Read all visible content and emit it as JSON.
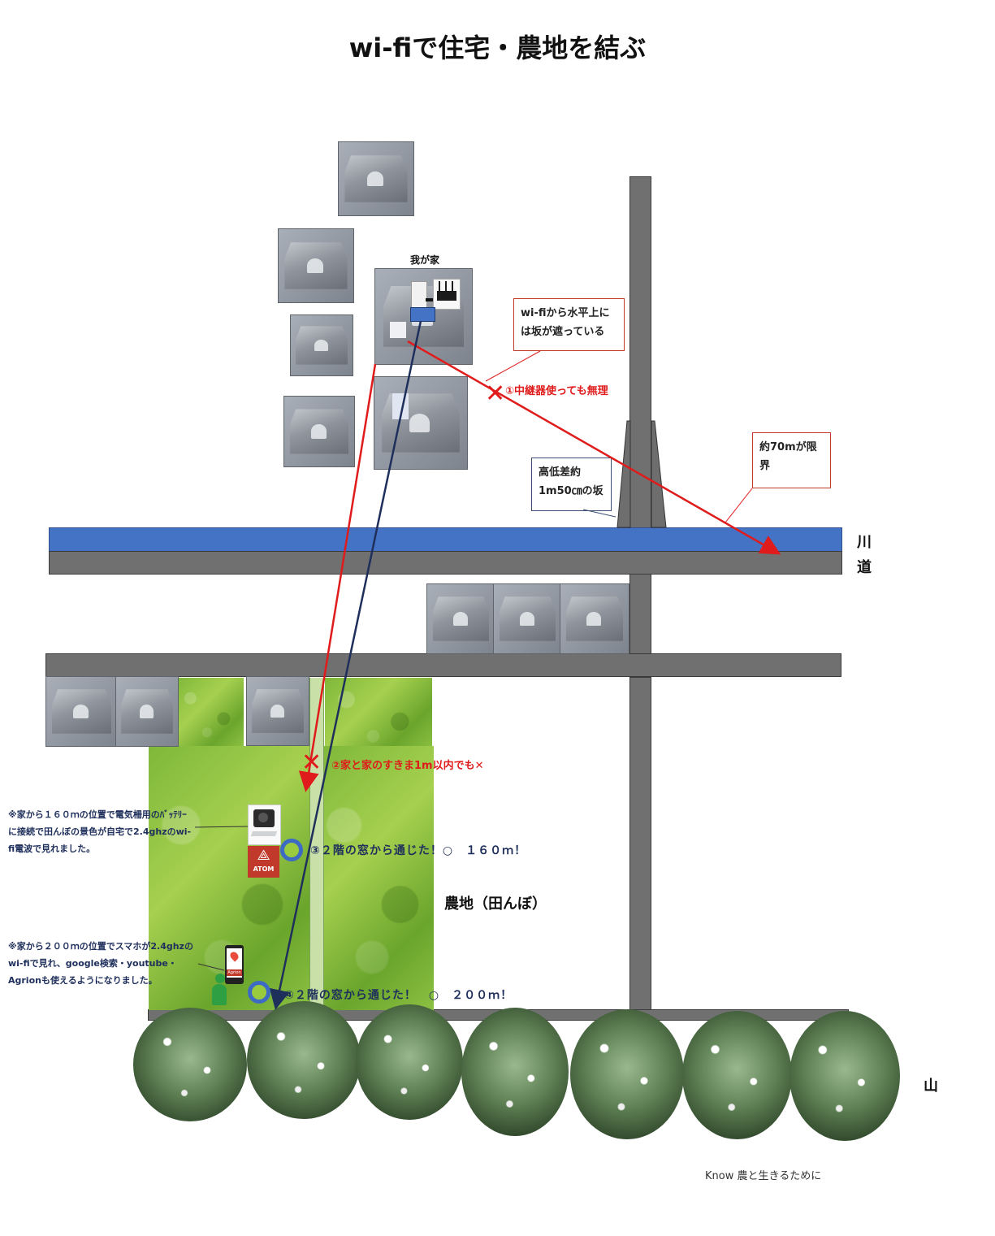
{
  "title": "wi-fiで住宅・農地を結ぶ",
  "my_house_label": "我が家",
  "callouts": {
    "slope_blocks": "wi-fiから水平上には坂が遮っている",
    "limit": "約70mが限界",
    "height_diff": "高低差約1m50㎝の坂"
  },
  "routes": {
    "route1": "①中継器使っても無理",
    "route2": "②家と家のすきま1m以内でも✕",
    "route3": "③２階の窓から通じた！○　１６０ｍ！",
    "route4": "④２階の窓から通じた！　○　２００ｍ！"
  },
  "notes": {
    "note1": "※家から１６０ｍの位置で電気柵用のﾊﾞｯﾃﾘｰに接続で田んぼの景色が自宅で2.4ghzのwi-fi電波で見れました。",
    "note2": "※家から２００ｍの位置でスマホが2.4ghzのwi-fiで見れ、google検索・youtube・Agrionも使えるようになりました。"
  },
  "area_labels": {
    "farmland": "農地（田んぼ）",
    "river": "川",
    "road": "道",
    "mountain": "山"
  },
  "device_labels": {
    "atom": "ATOM",
    "agrion": "Agrion"
  },
  "credit": "Know 農と生きるために",
  "colors": {
    "river": "#4472c4",
    "road": "#707070",
    "red_route": "#e01b1b",
    "navy_route": "#1f2f5c"
  }
}
